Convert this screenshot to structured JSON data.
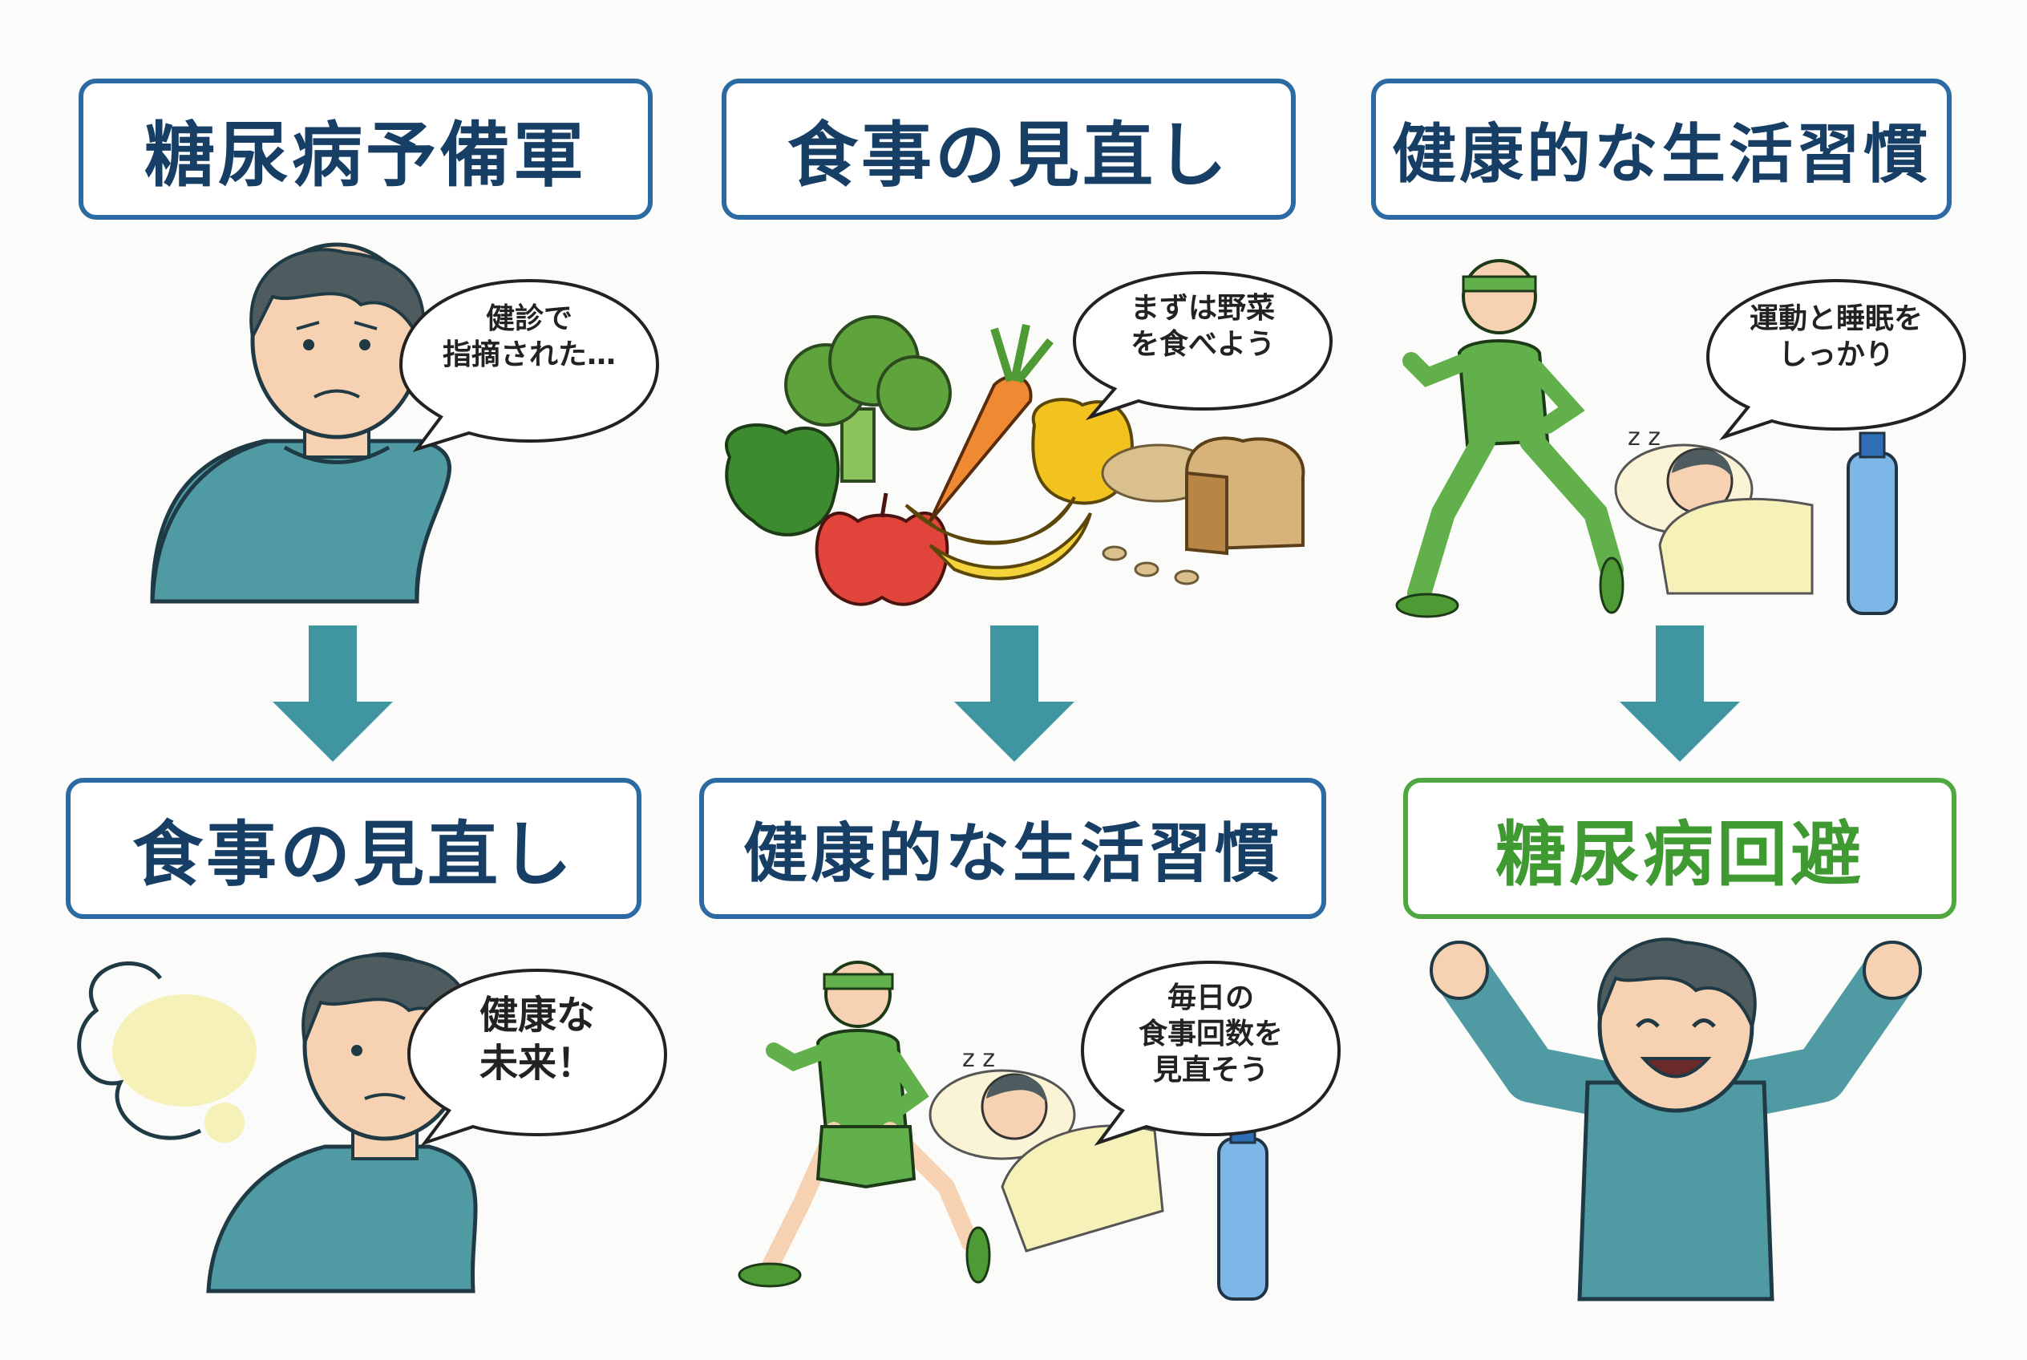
{
  "panels": [
    {
      "title": "糖尿病予備軍",
      "bubble": "健診で\n指摘された…"
    },
    {
      "title": "食事の見直し",
      "bubble": "まずは野菜\nを食べよう"
    },
    {
      "title": "健康的な生活習慣",
      "bubble": "運動と睡眠を\nしっかり"
    },
    {
      "title": "食事の見直し",
      "bubble": "健康な\n未来！"
    },
    {
      "title": "健康的な生活習慣",
      "bubble": "毎日の\n食事回数を\n見直そう"
    },
    {
      "title": "糖尿病回避",
      "bubble": ""
    }
  ],
  "colors": {
    "title_border": "#2c6aa3",
    "title_text": "#173f66",
    "goal_border": "#4fa83f",
    "goal_text": "#3f9a32",
    "arrow": "#3f96a0",
    "shirt": "#4f9aa3",
    "tracksuit": "#62b04b"
  }
}
